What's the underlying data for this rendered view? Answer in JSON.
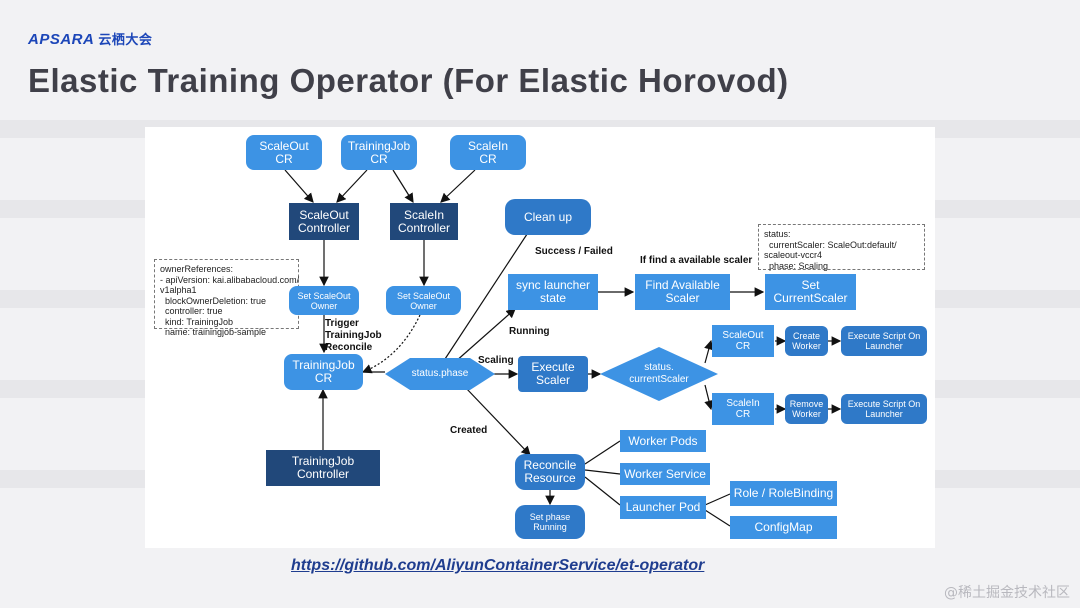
{
  "header": {
    "logo": "APSARA",
    "logo_cn": "云栖大会",
    "title": "Elastic Training Operator (For Elastic Horovod)"
  },
  "diagram": {
    "boxes": {
      "scaleout_cr": "ScaleOut\nCR",
      "trainingjob_cr_top": "TrainingJob\nCR",
      "scalein_cr_top": "ScaleIn\nCR",
      "scaleout_controller": "ScaleOut\nController",
      "scalein_controller": "ScaleIn\nController",
      "clean_up": "Clean up",
      "set_scaleout_owner_1": "Set ScaleOut\nOwner",
      "set_scaleout_owner_2": "Set ScaleOut\nOwner",
      "sync_launcher_state": "sync launcher\nstate",
      "find_available_scaler": "Find Available\nScaler",
      "set_current_scaler": "Set\nCurrentScaler",
      "trainingjob_cr_main": "TrainingJob\nCR",
      "execute_scaler": "Execute\nScaler",
      "scaleout_cr_right": "ScaleOut\nCR",
      "create_worker": "Create\nWorker",
      "execute_script_1": "Execute Script On\nLauncher",
      "scalein_cr_right": "ScaleIn\nCR",
      "remove_worker": "Remove\nWorker",
      "execute_script_2": "Execute Script On\nLauncher",
      "trainingjob_controller": "TrainingJob\nController",
      "worker_pods": "Worker Pods",
      "worker_service": "Worker Service",
      "reconcile_resource": "Reconcile\nResource",
      "launcher_pod": "Launcher Pod",
      "role_binding": "Role / RoleBinding",
      "configmap": "ConfigMap",
      "set_phase_running": "Set phase\nRunning"
    },
    "diamonds": {
      "status_phase": "status.phase",
      "current_scaler": "status.\ncurrentScaler"
    },
    "labels": {
      "success_failed": "Success / Failed",
      "if_find": "If find a available scaler",
      "running": "Running",
      "scaling": "Scaling",
      "created": "Created",
      "trigger": "Trigger\nTrainingJob\nReconcile"
    },
    "notes": {
      "owner_refs": "ownerReferences:\n- apiVersion: kai.alibabacloud.com/\nv1alpha1\n  blockOwnerDeletion: true\n  controller: true\n  kind: TrainingJob\n  name: trainingjob-sample",
      "status": "status:\n  currentScaler: ScaleOut:default/\nscaleout-vccr4\n  phase: Scaling"
    }
  },
  "footer": {
    "link": "https://github.com/AliyunContainerService/et-operator",
    "watermark": "@稀土掘金技术社区"
  }
}
